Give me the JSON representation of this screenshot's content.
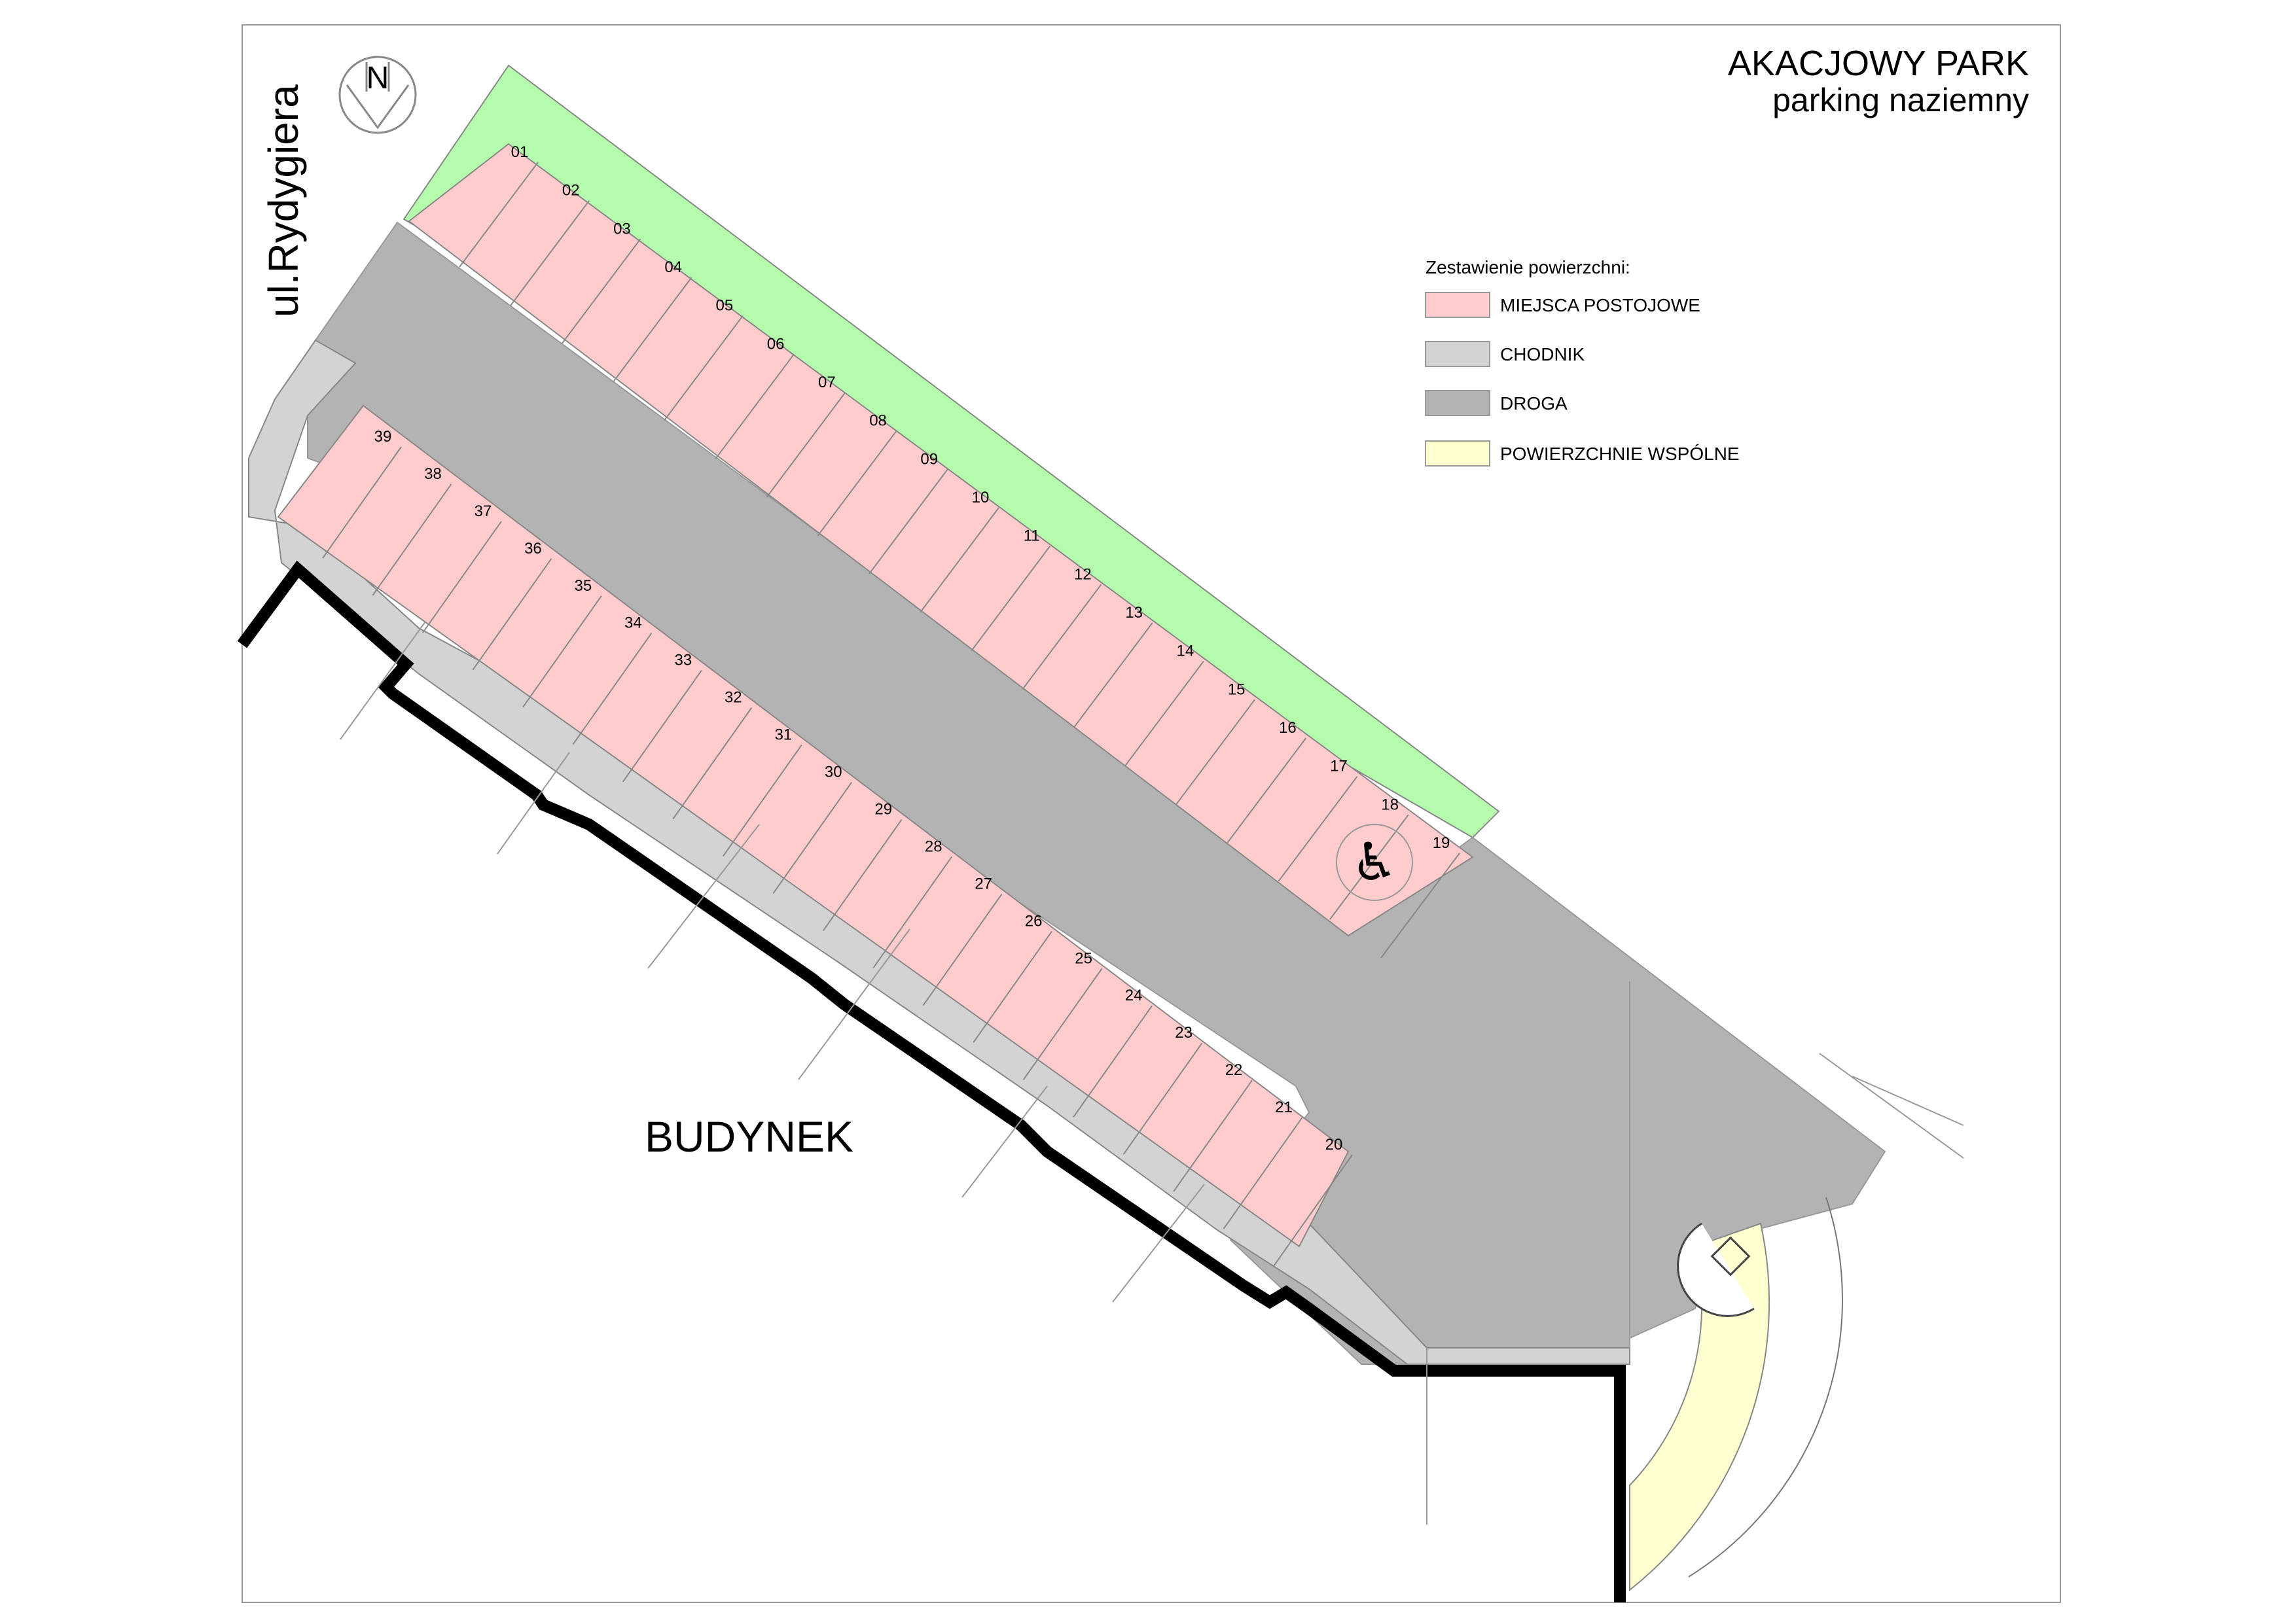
{
  "title": {
    "name": "AKACJOWY PARK",
    "subtitle": "parking naziemny"
  },
  "street_label": "ul.Rydygiera",
  "north_arrow_label": "N",
  "building_label": "BUDYNEK",
  "legend": {
    "heading": "Zestawienie powierzchni:",
    "items": [
      {
        "label": "MIEJSCA POSTOJOWE",
        "color": "#ffccce"
      },
      {
        "label": "CHODNIK",
        "color": "#d3d3d3"
      },
      {
        "label": "DROGA",
        "color": "#b3b3b3"
      },
      {
        "label": "POWIERZCHNIE WSPÓLNE",
        "color": "#ffffd0"
      }
    ]
  },
  "colors": {
    "parking": "#ffccce",
    "sidewalk": "#d3d3d3",
    "road": "#b3b3b3",
    "common": "#ffffd0",
    "green": "#b4fcac",
    "wall": "#000000"
  },
  "accessible_icon": "wheelchair-icon",
  "spots_upper": [
    "01",
    "02",
    "03",
    "04",
    "05",
    "06",
    "07",
    "08",
    "09",
    "10",
    "11",
    "12",
    "13",
    "14",
    "15",
    "16",
    "17",
    "18",
    "19"
  ],
  "spots_lower": [
    "20",
    "21",
    "22",
    "23",
    "24",
    "25",
    "26",
    "27",
    "28",
    "29",
    "30",
    "31",
    "32",
    "33",
    "34",
    "35",
    "36",
    "37",
    "38",
    "39"
  ]
}
